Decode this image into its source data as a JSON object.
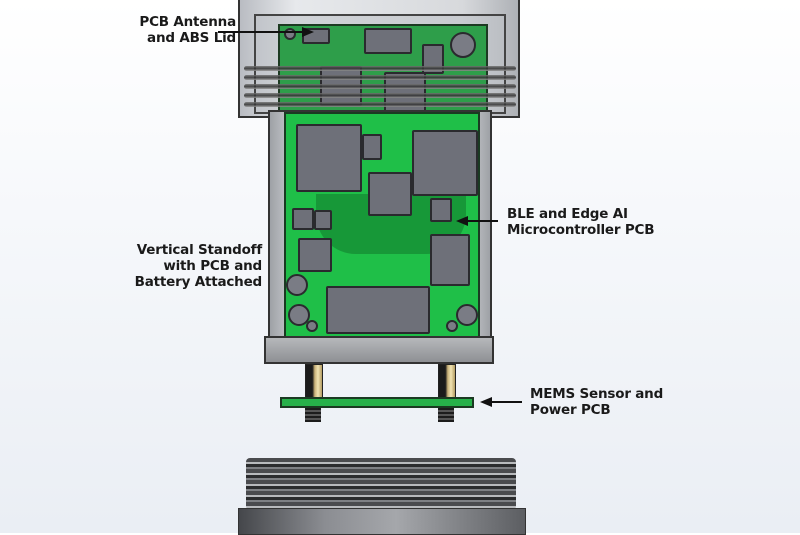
{
  "diagram": {
    "subject": "Exploded view of wireless sensor node assembly",
    "labels": [
      {
        "id": "lid",
        "lines": [
          "PCB Antenna",
          "and ABS Lid"
        ]
      },
      {
        "id": "standoff",
        "lines": [
          "Vertical Standoff",
          "with PCB and",
          "Battery Attached"
        ]
      },
      {
        "id": "mcu",
        "lines": [
          "BLE and Edge AI",
          "Microcontroller PCB"
        ]
      },
      {
        "id": "mems",
        "lines": [
          "MEMS Sensor and",
          "Power PCB"
        ]
      }
    ],
    "colors": {
      "pcb_green": "#1fbf48",
      "component_gray": "#6e7079",
      "label_text": "#1a1a1a",
      "background": "#eef1f5"
    }
  }
}
